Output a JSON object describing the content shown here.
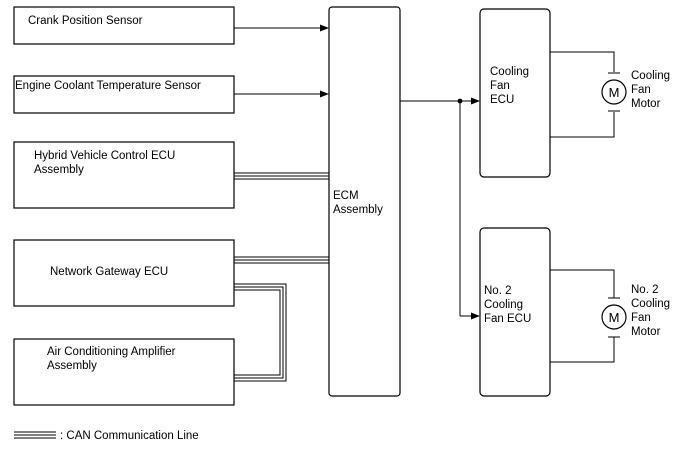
{
  "components": {
    "crank_sensor": "Crank Position Sensor",
    "coolant_sensor": "Engine Coolant Temperature Sensor",
    "hybrid_ecu": [
      "Hybrid Vehicle Control ECU",
      "Assembly"
    ],
    "gateway_ecu": "Network Gateway ECU",
    "ac_amplifier": [
      "Air Conditioning Amplifier",
      "Assembly"
    ],
    "ecm": [
      "ECM",
      "Assembly"
    ],
    "fan_ecu_1": [
      "Cooling",
      "Fan",
      "ECU"
    ],
    "fan_ecu_2": [
      "No. 2",
      "Cooling",
      "Fan ECU"
    ],
    "fan_motor_1": [
      "Cooling",
      "Fan",
      "Motor"
    ],
    "fan_motor_2": [
      "No. 2",
      "Cooling",
      "Fan",
      "Motor"
    ],
    "motor_symbol": "M"
  },
  "legend": {
    "can_line": ": CAN Communication Line"
  }
}
